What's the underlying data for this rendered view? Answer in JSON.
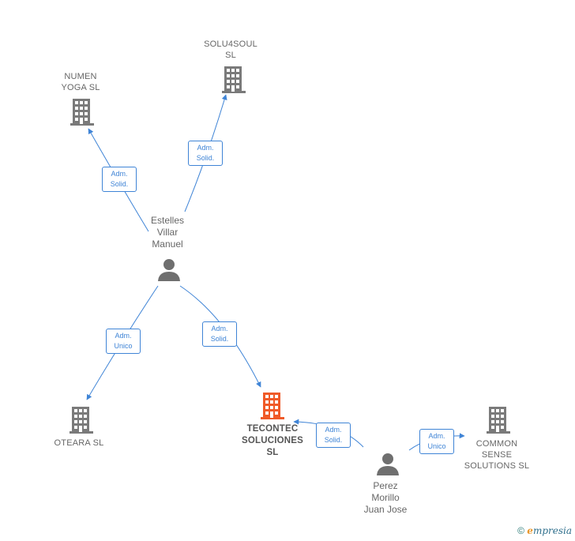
{
  "nodes": {
    "numen": {
      "label": "NUMEN\nYOGA  SL",
      "icon": "building-icon"
    },
    "solu4soul": {
      "label": "SOLU4SOUL\nSL",
      "icon": "building-icon"
    },
    "estelles": {
      "label": "Estelles\nVillar\nManuel",
      "icon": "person-icon"
    },
    "oteara": {
      "label": "OTEARA SL",
      "icon": "building-icon"
    },
    "tecontec": {
      "label": "TECONTEC\nSOLUCIONES\nSL",
      "icon": "building-icon-highlighted"
    },
    "perez": {
      "label": "Perez\nMorillo\nJuan Jose",
      "icon": "person-icon"
    },
    "common": {
      "label": "COMMON\nSENSE\nSOLUTIONS SL",
      "icon": "building-icon"
    }
  },
  "relations": {
    "estelles_numen": "Adm.\nSolid.",
    "estelles_solu4soul": "Adm.\nSolid.",
    "estelles_oteara": "Adm.\nUnico",
    "estelles_tecontec": "Adm.\nSolid.",
    "perez_tecontec": "Adm.\nSolid.",
    "perez_common": "Adm.\nUnico"
  },
  "footer": {
    "copyright": "©",
    "brand_first": "e",
    "brand_rest": "mpresia"
  },
  "colors": {
    "edge": "#3f84d6",
    "building": "#7a7a7a",
    "highlight": "#f05a28",
    "person": "#6f6f6f"
  }
}
